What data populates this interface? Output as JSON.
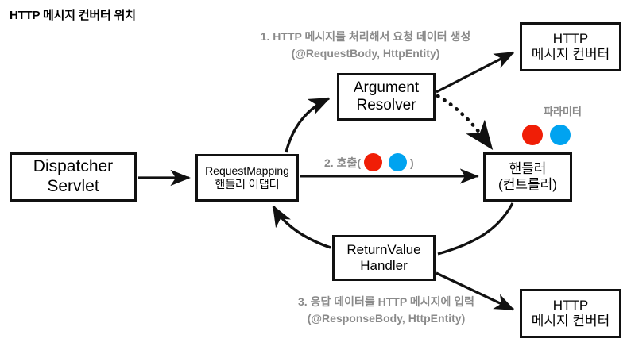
{
  "title": "HTTP 메시지 컨버터 위치",
  "colors": {
    "stroke": "#111111",
    "box_fill": "#ffffff",
    "annotation_gray": "#8a8a8a",
    "param_red": "#F01E06",
    "param_blue": "#00A3F0",
    "background": "#ffffff"
  },
  "nodes": {
    "dispatcher_servlet": {
      "line1": "Dispatcher",
      "line2": "Servlet"
    },
    "handler_adapter": {
      "line1": "RequestMapping",
      "line2": "핸들러 어댑터"
    },
    "argument_resolver": {
      "line1": "Argument",
      "line2": "Resolver"
    },
    "handler": {
      "line1": "핸들러",
      "line2": "(컨트롤러)"
    },
    "return_value_handler": {
      "line1": "ReturnValue",
      "line2": "Handler"
    },
    "message_converter_top": {
      "line1": "HTTP",
      "line2": "메시지 컨버터"
    },
    "message_converter_bottom": {
      "line1": "HTTP",
      "line2": "메시지 컨버터"
    }
  },
  "annotations": {
    "step1_line1": "1. HTTP 메시지를 처리해서 요청 데이터 생성",
    "step1_line2": "(@RequestBody, HttpEntity)",
    "step2_prefix": "2. 호출(",
    "step2_suffix": ")",
    "step3_line1": "3. 응답 데이터를 HTTP 메시지에 입력",
    "step3_line2": "(@ResponseBody, HttpEntity)",
    "parameter_label": "파라미터"
  },
  "edges": [
    {
      "name": "dispatcher-to-adapter",
      "from": "dispatcher_servlet",
      "to": "handler_adapter",
      "style": "solid-arrow"
    },
    {
      "name": "adapter-to-argument-resolver",
      "from": "handler_adapter",
      "to": "argument_resolver",
      "style": "curved-arrow"
    },
    {
      "name": "argument-resolver-to-converter-top",
      "from": "argument_resolver",
      "to": "message_converter_top",
      "style": "solid-arrow"
    },
    {
      "name": "argument-resolver-to-handler",
      "from": "argument_resolver",
      "to": "handler",
      "style": "dotted-curved-arrow"
    },
    {
      "name": "adapter-to-handler",
      "from": "handler_adapter",
      "to": "handler",
      "style": "solid-arrow"
    },
    {
      "name": "handler-to-return-value-handler",
      "from": "handler",
      "to": "return_value_handler",
      "style": "curved-line"
    },
    {
      "name": "return-value-handler-to-adapter",
      "from": "return_value_handler",
      "to": "handler_adapter",
      "style": "curved-arrow"
    },
    {
      "name": "return-value-handler-to-converter-bottom",
      "from": "return_value_handler",
      "to": "message_converter_bottom",
      "style": "solid-arrow"
    }
  ]
}
